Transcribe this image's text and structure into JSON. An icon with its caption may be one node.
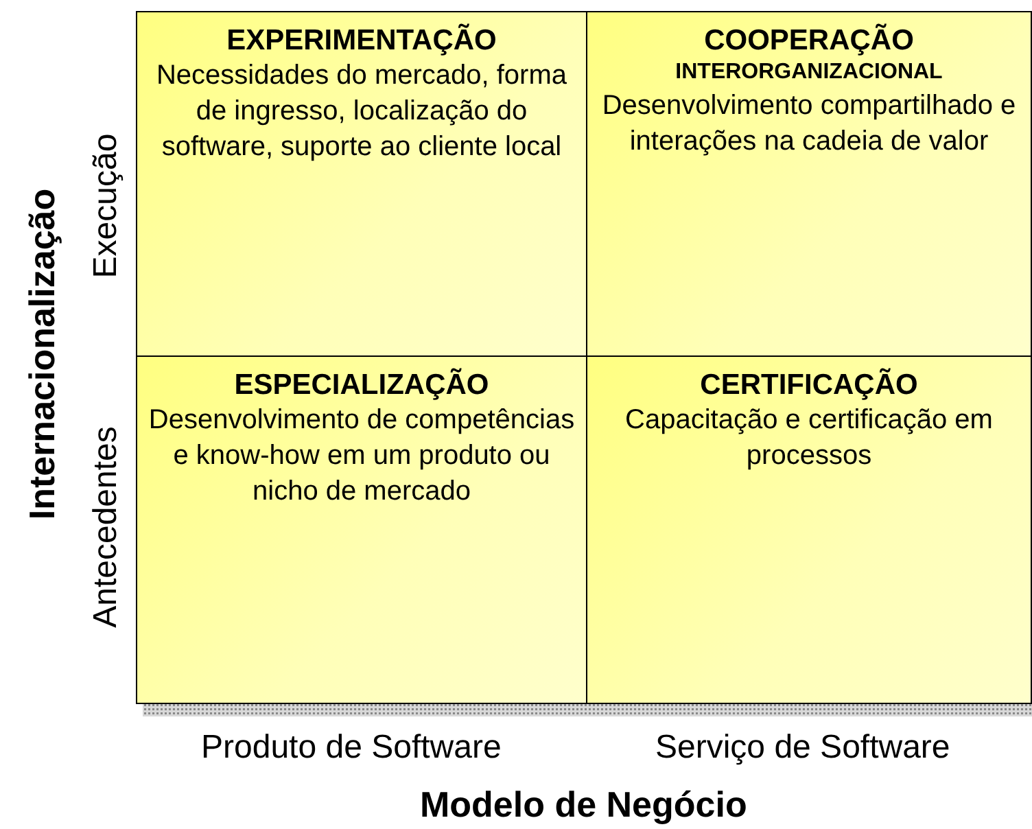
{
  "diagram": {
    "nodes": [
      {
        "text": [
          "EXPERIMENTAÇÃO",
          "Necessidades do mercado, forma de ingresso, localização do software, suporte ao cliente local"
        ]
      },
      {
        "text": [
          "COOPERAÇÃO",
          "INTERORGANIZACIONAL",
          "Desenvolvimento compartilhado e interações na cadeia de valor"
        ]
      },
      {
        "text": [
          "ESPECIALIZAÇÃO",
          "Desenvolvimento de competências e know-how em um produto ou nicho de mercado"
        ]
      },
      {
        "text": [
          "CERTIFICAÇÃO",
          "Capacitação e certificação em processos"
        ]
      }
    ],
    "edges": [],
    "labels": [
      "Internacionalização",
      "Execução",
      "Antecedentes",
      "Produto de Software",
      "Serviço de Software",
      "Modelo de Negócio"
    ]
  }
}
